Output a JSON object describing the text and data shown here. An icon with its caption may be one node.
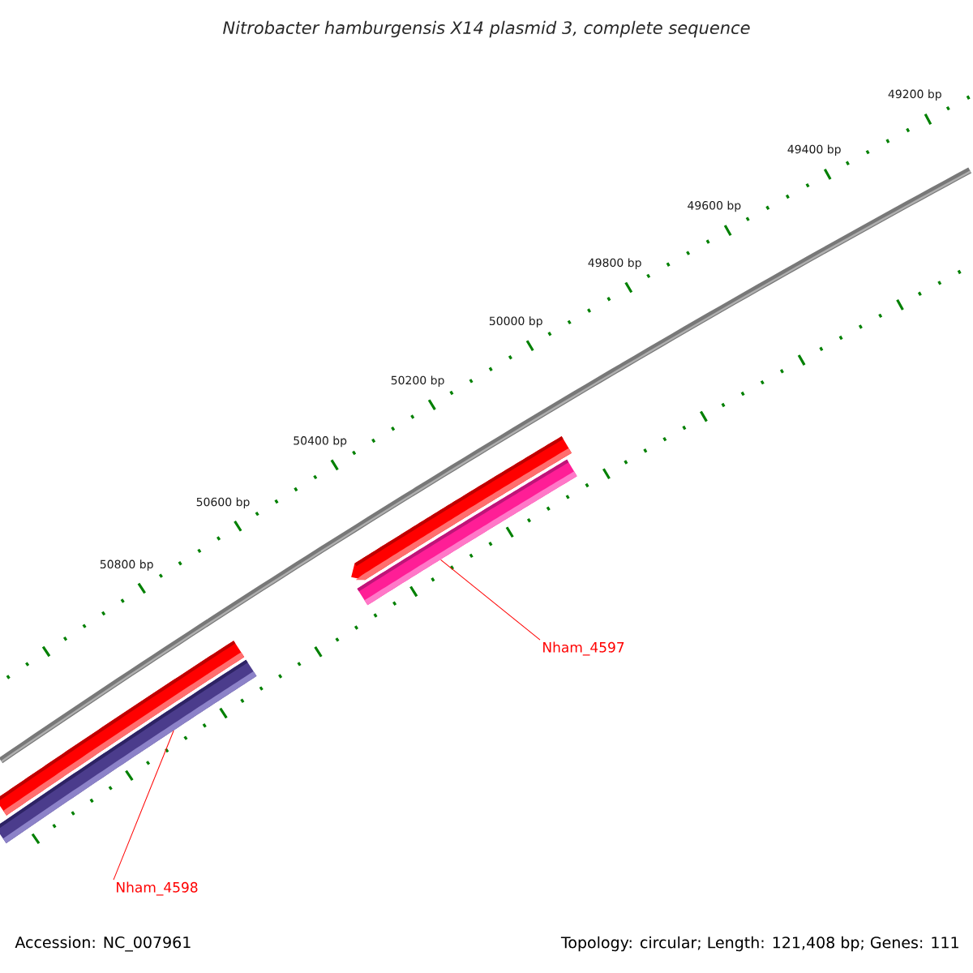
{
  "diagram": {
    "title": "Nitrobacter hamburgensis X14 plasmid 3, complete sequence",
    "nodes": [
      {
        "text": [
          "Nham_4597"
        ]
      },
      {
        "text": [],
        "shape": "bar"
      },
      {
        "text": [],
        "shape": "bar"
      },
      {
        "text": [
          "Nham_4598"
        ]
      },
      {
        "text": [],
        "shape": "bar"
      },
      {
        "text": [],
        "shape": "bar"
      }
    ],
    "edges": [
      {
        "from": 0,
        "to": 2,
        "arrow": "none"
      },
      {
        "from": 3,
        "to": 5,
        "arrow": "none"
      }
    ],
    "labels": [
      "49200 bp",
      "49400 bp",
      "49600 bp",
      "49800 bp",
      "50000 bp",
      "50200 bp",
      "50400 bp",
      "50600 bp",
      "50800 bp",
      "Accession: NC_007961",
      "Topology: circular; Length: 121,408 bp; Genes: 111"
    ]
  }
}
